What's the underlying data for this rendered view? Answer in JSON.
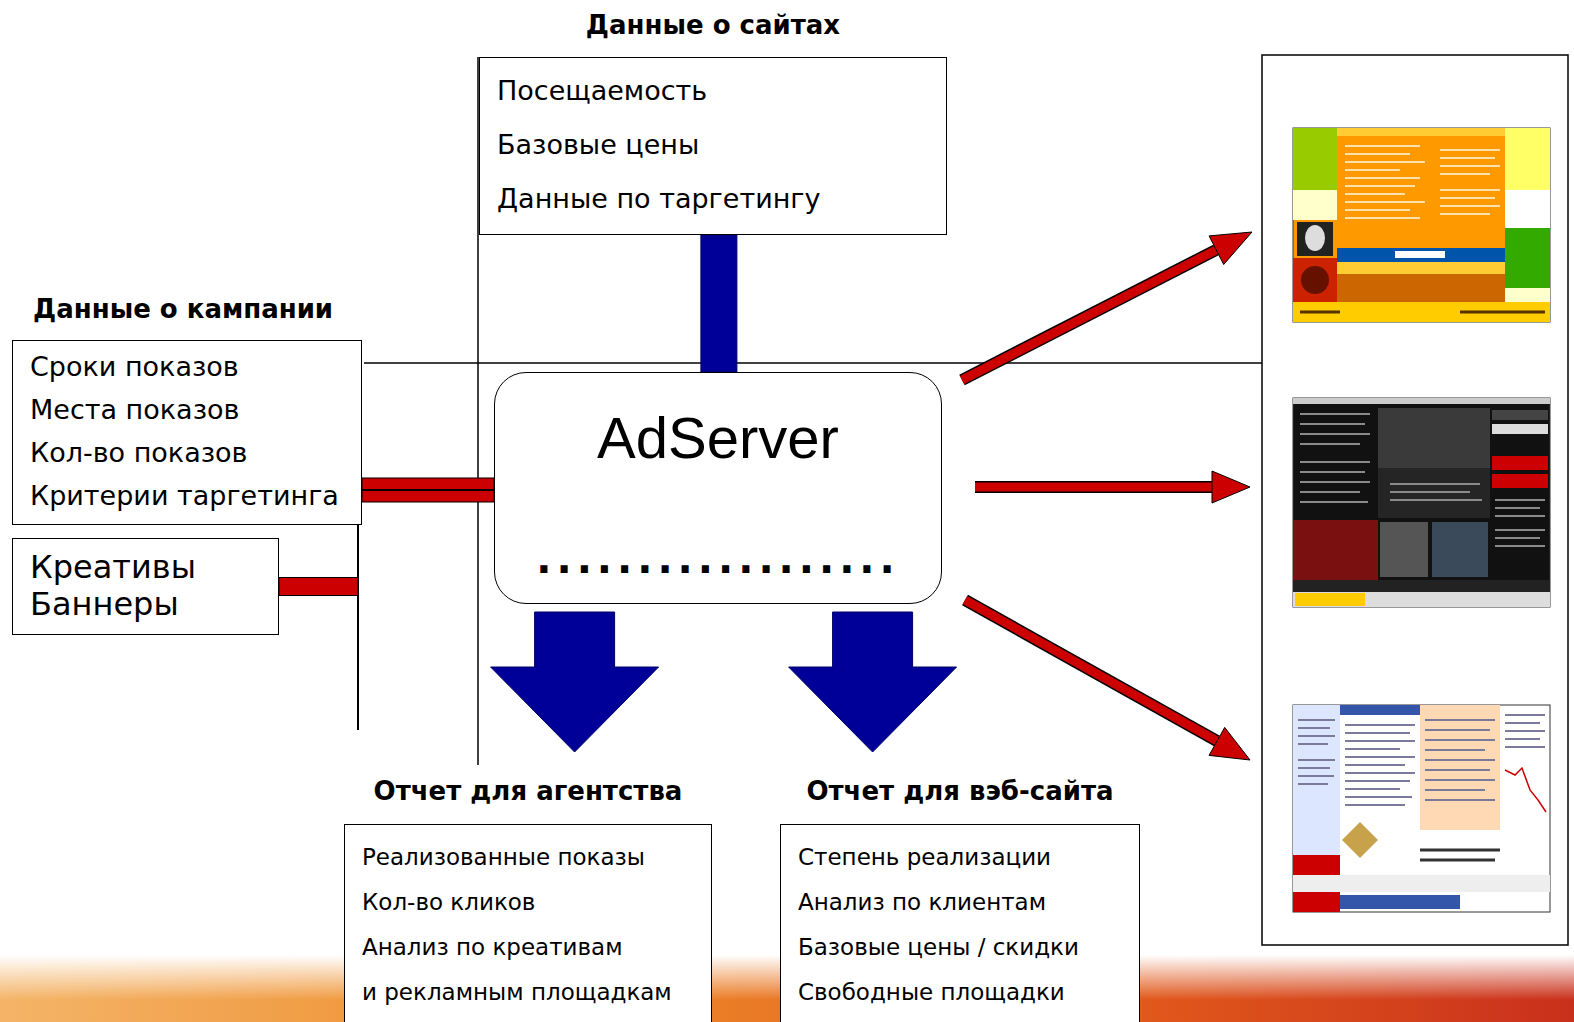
{
  "diagram": {
    "nodes": [
      {
        "text": [
          "Данные о сайтах",
          "Посещаемость",
          "Базовые цены",
          "Данные по таргетингу"
        ]
      },
      {
        "text": [
          "Данные о кампании",
          "Сроки показов",
          "Места показов",
          "Кол-во показов",
          "Критерии таргетинга"
        ]
      },
      {
        "text": [
          "Креативы",
          "Баннеры"
        ]
      },
      {
        "text": [
          "AdServer",
          ".................."
        ]
      },
      {
        "text": [
          "Отчет для агентства",
          "Реализованные показы",
          "Кол-во кликов",
          "Анализ по креативам",
          "и рекламным площадкам"
        ]
      },
      {
        "text": [
          "Отчет для вэб-сайта",
          "Степень реализации",
          "Анализ по клиентам",
          "Базовые цены / скидки",
          "Свободные площадки"
        ]
      }
    ],
    "edges": [
      {
        "from": 0,
        "to": 3,
        "arrow": "none"
      },
      {
        "from": 1,
        "to": 3,
        "arrow": "none"
      },
      {
        "from": 2,
        "to": 3,
        "arrow": "none"
      },
      {
        "from": 3,
        "to": 4,
        "arrow": "to"
      },
      {
        "from": 3,
        "to": 5,
        "arrow": "to"
      }
    ]
  }
}
